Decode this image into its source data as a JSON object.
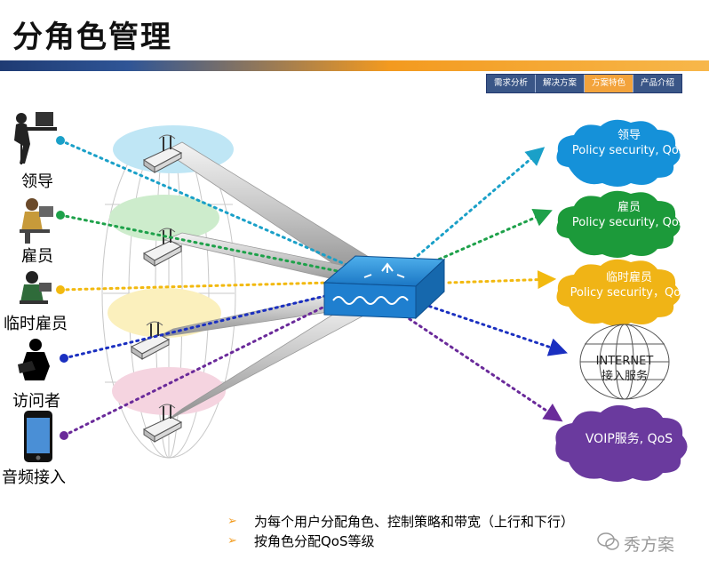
{
  "title": "分角色管理",
  "nav_tabs": [
    {
      "label": "需求分析",
      "active": false
    },
    {
      "label": "解决方案",
      "active": false
    },
    {
      "label": "方案特色",
      "active": true
    },
    {
      "label": "产品介绍",
      "active": false
    }
  ],
  "users": [
    {
      "label": "领导",
      "icon": "executive-at-desk-icon",
      "color": "#1aa0c8"
    },
    {
      "label": "雇员",
      "icon": "employee-at-desk-icon",
      "color": "#1ea14a"
    },
    {
      "label": "临时雇员",
      "icon": "temp-worker-icon",
      "color": "#f2b90f"
    },
    {
      "label": "访问者",
      "icon": "visitor-laptop-icon",
      "color": "#1a2fc0"
    },
    {
      "label": "音频接入",
      "icon": "smartphone-icon",
      "color": "#6a2a9a"
    }
  ],
  "clouds": [
    {
      "line1": "领导",
      "line2": "Policy security, QoS",
      "color": "#1591d9"
    },
    {
      "line1": "雇员",
      "line2": "Policy security, QoS",
      "color": "#1c9a3a"
    },
    {
      "line1": "临时雇员",
      "line2": "Policy security，QoS",
      "color": "#f0b416"
    },
    {
      "line1": "INTERNET",
      "line2": "接入服务",
      "color": "#ffffff"
    },
    {
      "line1": "VOIP服务, QoS",
      "line2": "",
      "color": "#6a3a9e"
    }
  ],
  "bullets": [
    "为每个用户分配角色、控制策略和带宽（上行和下行）",
    "按角色分配QoS等级"
  ],
  "watermark": "秀方案"
}
